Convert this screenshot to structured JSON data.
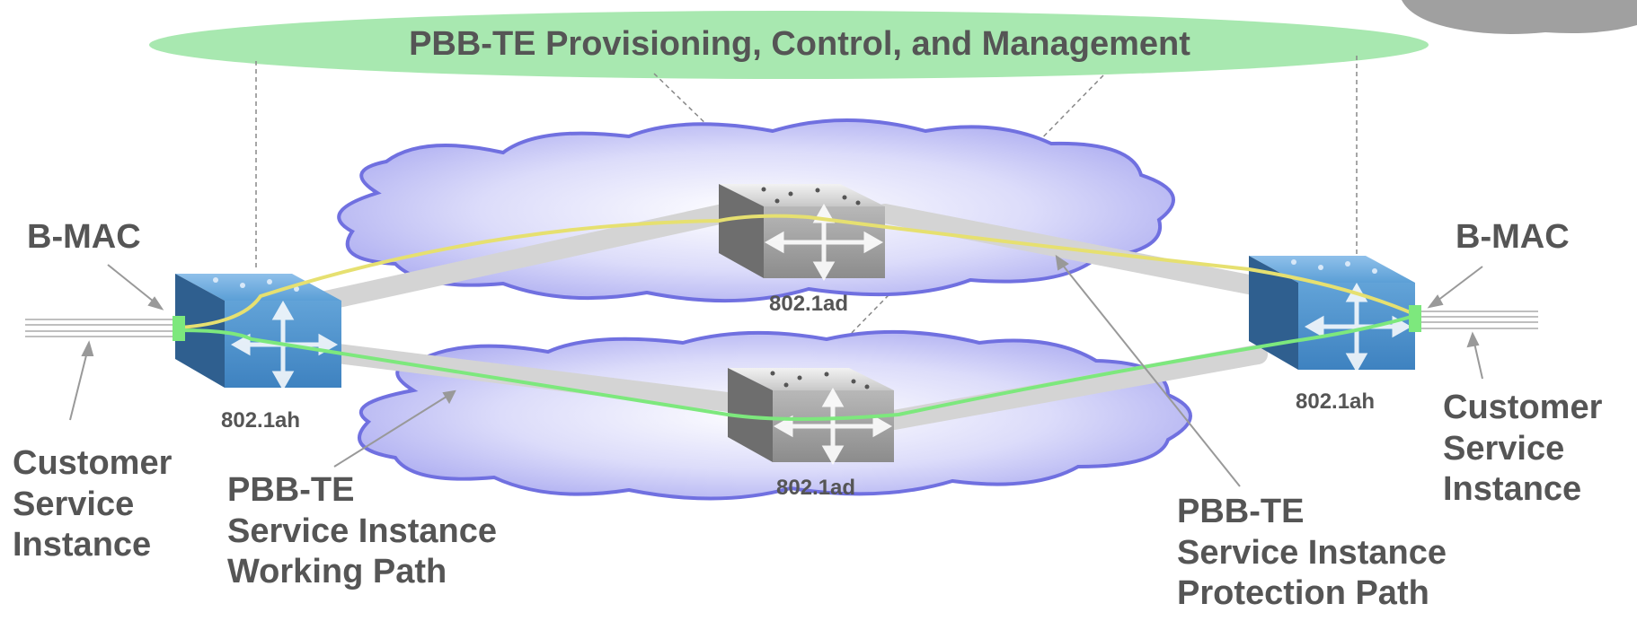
{
  "title": "PBB-TE Provisioning, Control, and Management",
  "left_bmac": "B-MAC",
  "right_bmac": "B-MAC",
  "left_switch_label": "802.1ah",
  "right_switch_label": "802.1ah",
  "top_switch_label": "802.1ad",
  "bottom_switch_label": "802.1ad",
  "left_customer": [
    "Customer",
    "Service",
    "Instance"
  ],
  "right_customer": [
    "Customer",
    "Service",
    "Instance"
  ],
  "working_path": [
    "PBB-TE",
    "Service Instance",
    "Working Path"
  ],
  "protection_path": [
    "PBB-TE",
    "Service Instance",
    "Protection Path"
  ],
  "colors": {
    "text": "#555555",
    "control_plane": "#a8e8b0",
    "cloud": "#b8b8f4",
    "cloud_border": "#7070e0",
    "working_path": "#7de87d",
    "protection_path": "#e6e070",
    "edge_switch": "#4a8ec8",
    "core_switch": "#9a9a9a"
  }
}
